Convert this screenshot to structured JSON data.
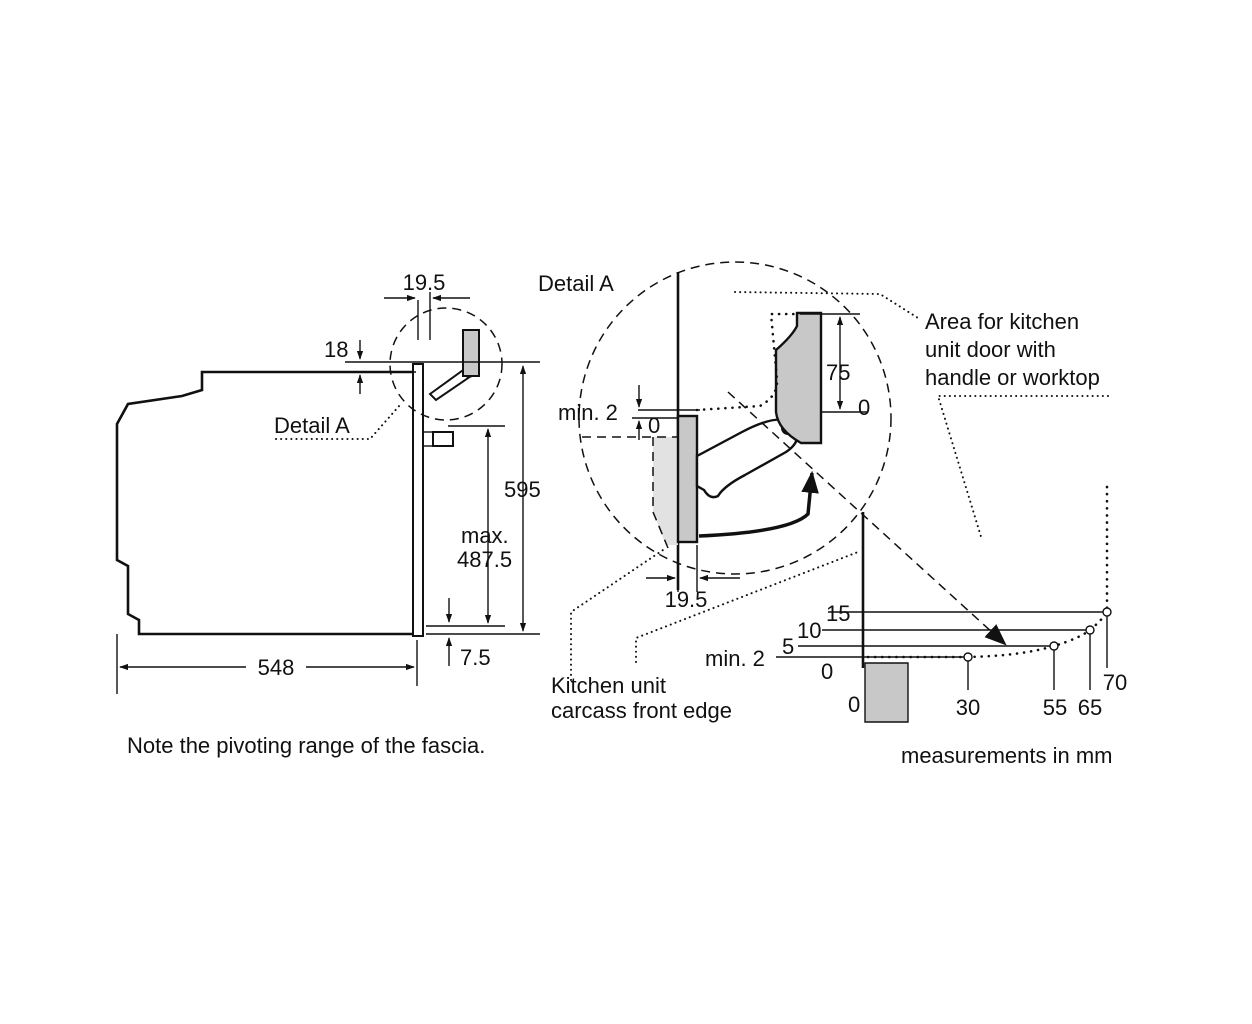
{
  "side_view": {
    "dim_top_width": "19.5",
    "dim_top_height": "18",
    "detail_label": "Detail A",
    "dim_height": "595",
    "dim_opening_line1": "max.",
    "dim_opening_line2": "487.5",
    "dim_bottom": "7.5",
    "dim_depth": "548"
  },
  "detail_view": {
    "title": "Detail A",
    "area_note_line1": "Area for kitchen",
    "area_note_line2": "unit door with",
    "area_note_line3": "handle or worktop",
    "dim_75": "75",
    "dim_0_right": "0",
    "dim_min2": "min. 2",
    "dim_0_left": "0",
    "dim_bottom_width": "19.5",
    "carcass_note_line1": "Kitchen unit",
    "carcass_note_line2": "carcass front edge"
  },
  "graph": {
    "y_labels": [
      "15",
      "10",
      "5",
      "min. 2",
      "0"
    ],
    "x_labels": [
      "0",
      "30",
      "55",
      "65",
      "70"
    ]
  },
  "notes": {
    "pivot_note": "Note the pivoting range of the fascia.",
    "units_note": "measurements in mm"
  }
}
